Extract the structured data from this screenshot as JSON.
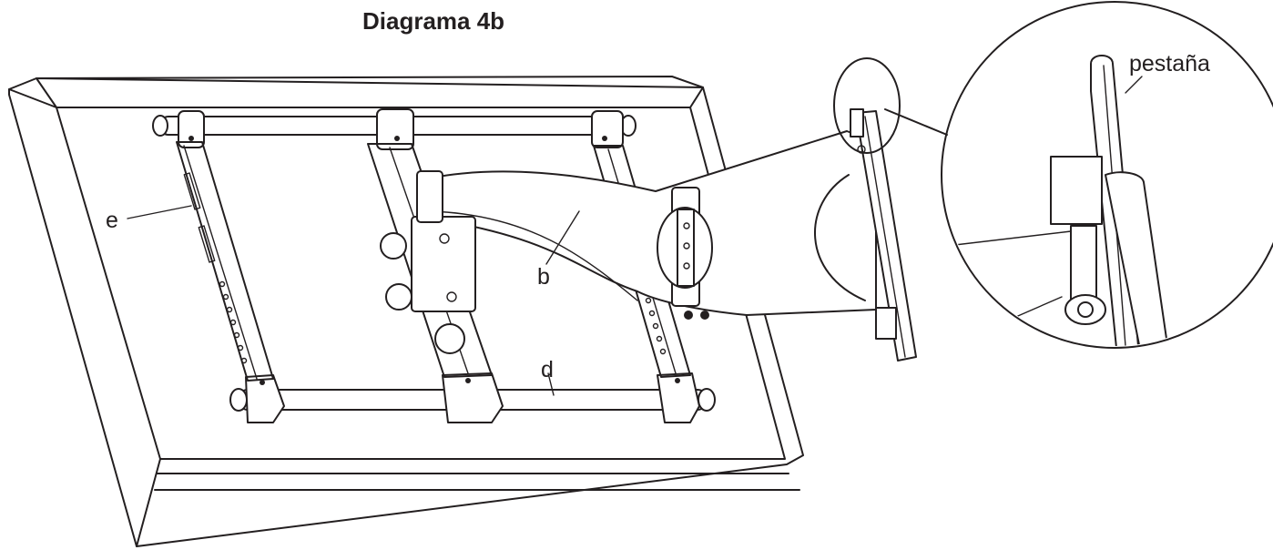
{
  "title": "Diagrama 4b",
  "labels": {
    "tab": "pestaña",
    "e": "e",
    "b": "b",
    "d": "d"
  },
  "colors": {
    "ink": "#231f20",
    "background": "#ffffff"
  }
}
